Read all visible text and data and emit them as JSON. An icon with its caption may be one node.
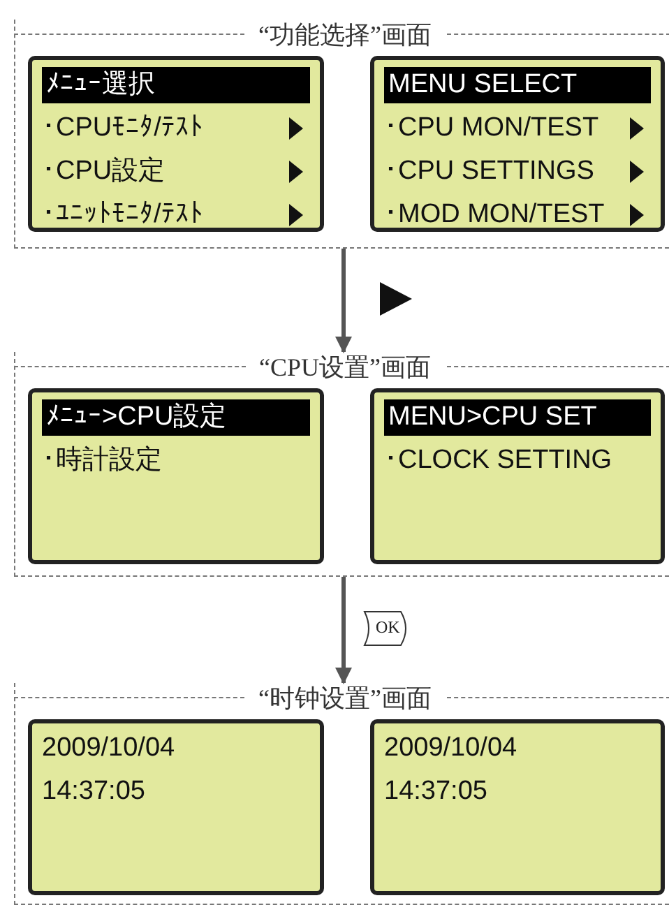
{
  "diagram": {
    "nodes": [
      {
        "text": [
          "“功能选择”画面"
        ]
      },
      {
        "text": [
          "ﾒﾆｭｰ選択",
          "･CPUﾓﾆﾀ/ﾃｽﾄ",
          "･CPU設定",
          "･ﾕﾆｯﾄﾓﾆﾀ/ﾃｽﾄ"
        ],
        "in": 0
      },
      {
        "text": [
          "MENU SELECT",
          "･CPU MON/TEST",
          "･CPU SETTINGS",
          "･MOD MON/TEST"
        ],
        "in": 0
      },
      {
        "text": [
          "“CPU设置”画面"
        ]
      },
      {
        "text": [
          "ﾒﾆｭｰ>CPU設定",
          "･時計設定"
        ],
        "in": 3
      },
      {
        "text": [
          "MENU>CPU SET",
          "･CLOCK SETTING"
        ],
        "in": 3
      },
      {
        "text": [
          "“时钟设置”画面"
        ]
      },
      {
        "text": [
          "2009/10/04",
          "14:37:05"
        ],
        "in": 6
      },
      {
        "text": [
          "2009/10/04",
          "14:37:05"
        ],
        "in": 6
      }
    ],
    "edges": [
      {
        "from": 0,
        "to": 3,
        "arrow": "to"
      },
      {
        "from": 3,
        "to": 6,
        "arrow": "to",
        "label": "OK"
      }
    ]
  }
}
